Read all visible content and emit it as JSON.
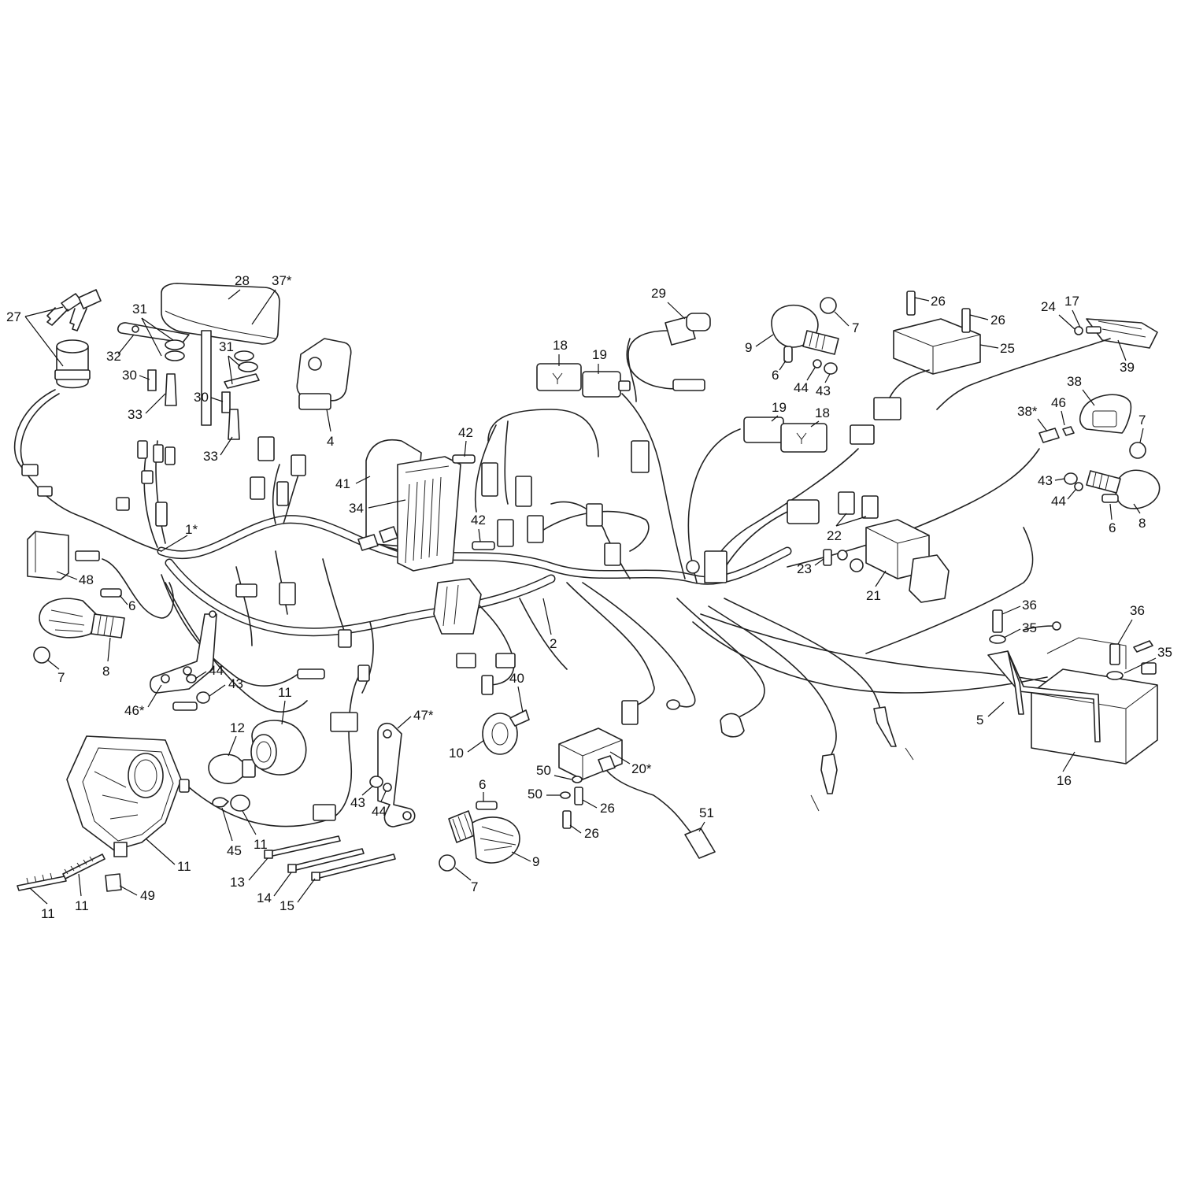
{
  "colors": {
    "line": "#222222",
    "background": "#ffffff"
  },
  "callouts": {
    "c1": "1*",
    "c2": "2",
    "c4": "4",
    "c5": "5",
    "c6a": "6",
    "c6b": "6",
    "c6c": "6",
    "c6d": "6",
    "c7a": "7",
    "c7b": "7",
    "c7c": "7",
    "c7d": "7",
    "c8a": "8",
    "c8b": "8",
    "c9a": "9",
    "c9b": "9",
    "c10": "10",
    "c11a": "11",
    "c11b": "11",
    "c11c": "11",
    "c11d": "11",
    "c11e": "11",
    "c12": "12",
    "c13": "13",
    "c14": "14",
    "c15": "15",
    "c16": "16",
    "c17": "17",
    "c18a": "18",
    "c18b": "18",
    "c19a": "19",
    "c19b": "19",
    "c20": "20*",
    "c21": "21",
    "c22": "22",
    "c23": "23",
    "c24": "24",
    "c25": "25",
    "c26a": "26",
    "c26b": "26",
    "c26c": "26",
    "c26d": "26",
    "c27": "27",
    "c28": "28",
    "c29": "29",
    "c30a": "30",
    "c30b": "30",
    "c31a": "31",
    "c31b": "31",
    "c32": "32",
    "c33a": "33",
    "c33b": "33",
    "c34": "34",
    "c35a": "35",
    "c35b": "35",
    "c36a": "36",
    "c36b": "36",
    "c37": "37*",
    "c38a": "38",
    "c38b": "38*",
    "c39": "39",
    "c40": "40",
    "c41": "41",
    "c42a": "42",
    "c42b": "42",
    "c43a": "43",
    "c43b": "43",
    "c43c": "43",
    "c43d": "43",
    "c44a": "44",
    "c44b": "44",
    "c44c": "44",
    "c44d": "44",
    "c45": "45",
    "c46a": "46*",
    "c46b": "46",
    "c47": "47*",
    "c48": "48",
    "c49": "49",
    "c50a": "50",
    "c50b": "50",
    "c51": "51"
  }
}
